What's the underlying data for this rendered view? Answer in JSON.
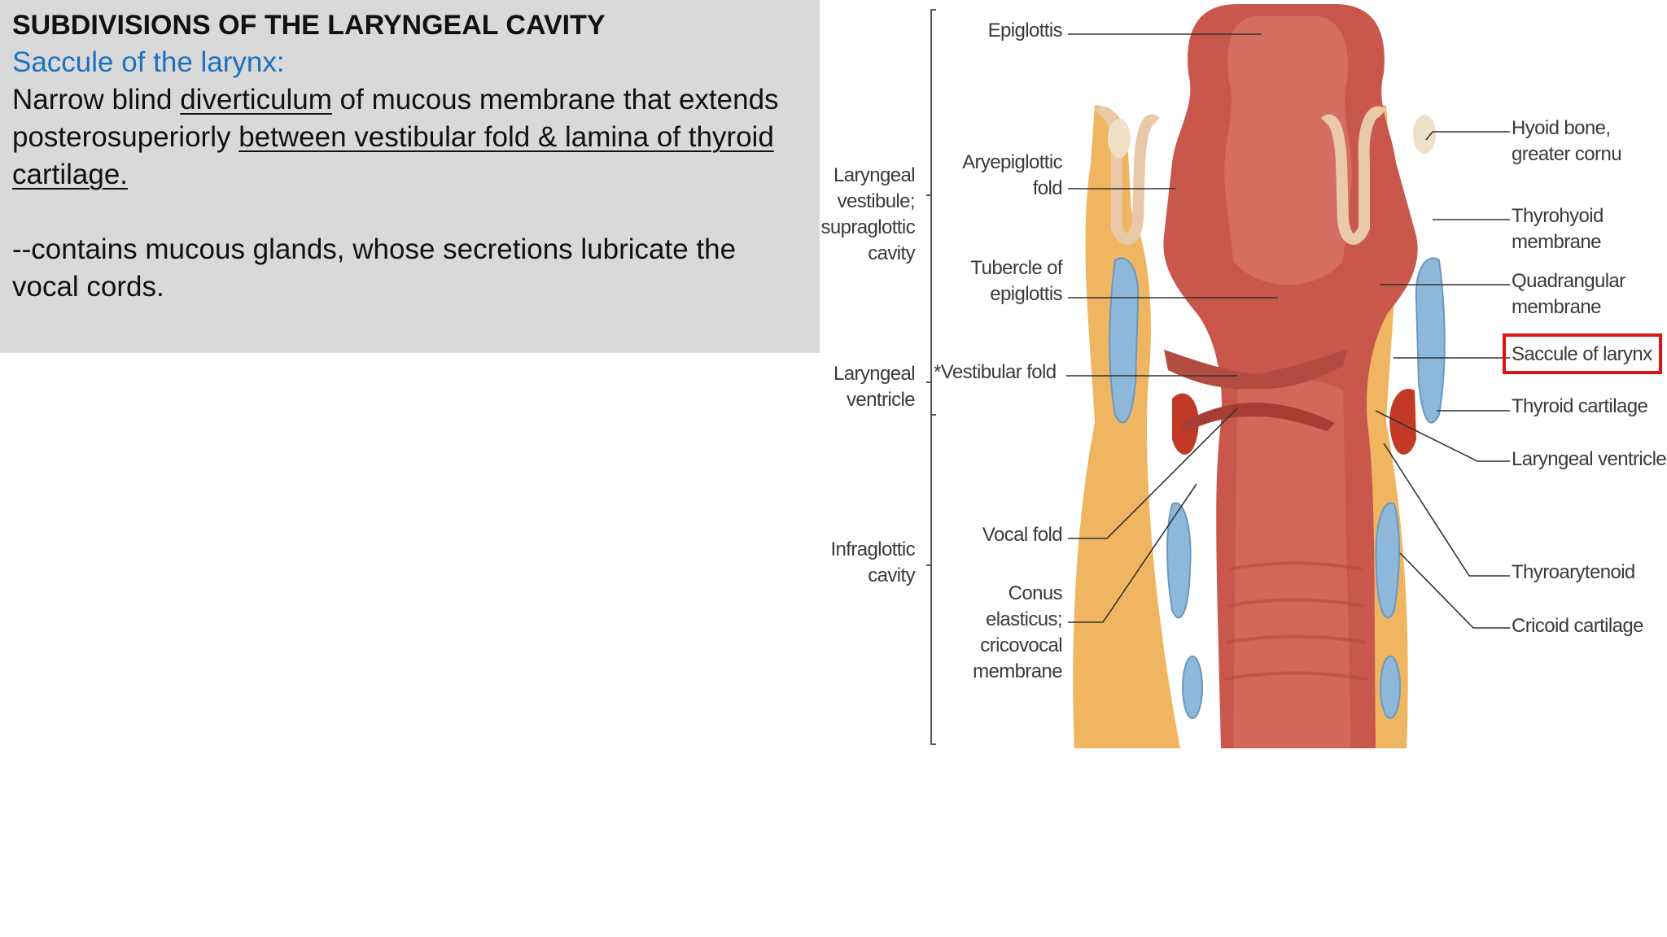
{
  "slide": {
    "title": "SUBDIVISIONS OF THE LARYNGEAL CAVITY",
    "subtitle": "Saccule of the larynx:",
    "para1": {
      "a": "Narrow blind ",
      "b": "diverticulum",
      "c": " of mucous membrane that extends",
      "d": "posterosuperiorly ",
      "e": "between vestibular fold & lamina of thyroid",
      "f": "cartilage."
    },
    "para2": {
      "line1": "--contains mucous glands, whose secretions lubricate the",
      "line2": "vocal cords."
    }
  },
  "figure": {
    "left_labels": {
      "vestibule": [
        "Laryngeal",
        "vestibule;",
        "supraglottic",
        "cavity"
      ],
      "ventricle": [
        "Laryngeal",
        "ventricle"
      ],
      "infraglottic": [
        "Infraglottic",
        "cavity"
      ]
    },
    "middle_labels": {
      "epiglottis": "Epiglottis",
      "aryepiglottic": [
        "Aryepiglottic",
        "fold"
      ],
      "tubercle": [
        "Tubercle of",
        "epiglottis"
      ],
      "vestibular_fold": "Vestibular fold",
      "vocal_fold": "Vocal fold",
      "conus": [
        "Conus",
        "elasticus;",
        "cricovocal",
        "membrane"
      ]
    },
    "right_labels": {
      "hyoid": [
        "Hyoid bone,",
        "greater cornu"
      ],
      "thyrohyoid": [
        "Thyrohyoid",
        "membrane"
      ],
      "quadrangular": [
        "Quadrangular",
        "membrane"
      ],
      "saccule": "Saccule of larynx",
      "thyroid_cartilage": "Thyroid cartilage",
      "laryngeal_ventricle": "Laryngeal ventricle",
      "thyroarytenoid": "Thyroarytenoid",
      "cricoid": "Cricoid cartilage"
    },
    "colors": {
      "highlight": "#e01010",
      "mucosa": "#c9574c",
      "fat": "#f0b560",
      "cartilage": "#8eb8da",
      "muscle": "#c23a25"
    }
  }
}
